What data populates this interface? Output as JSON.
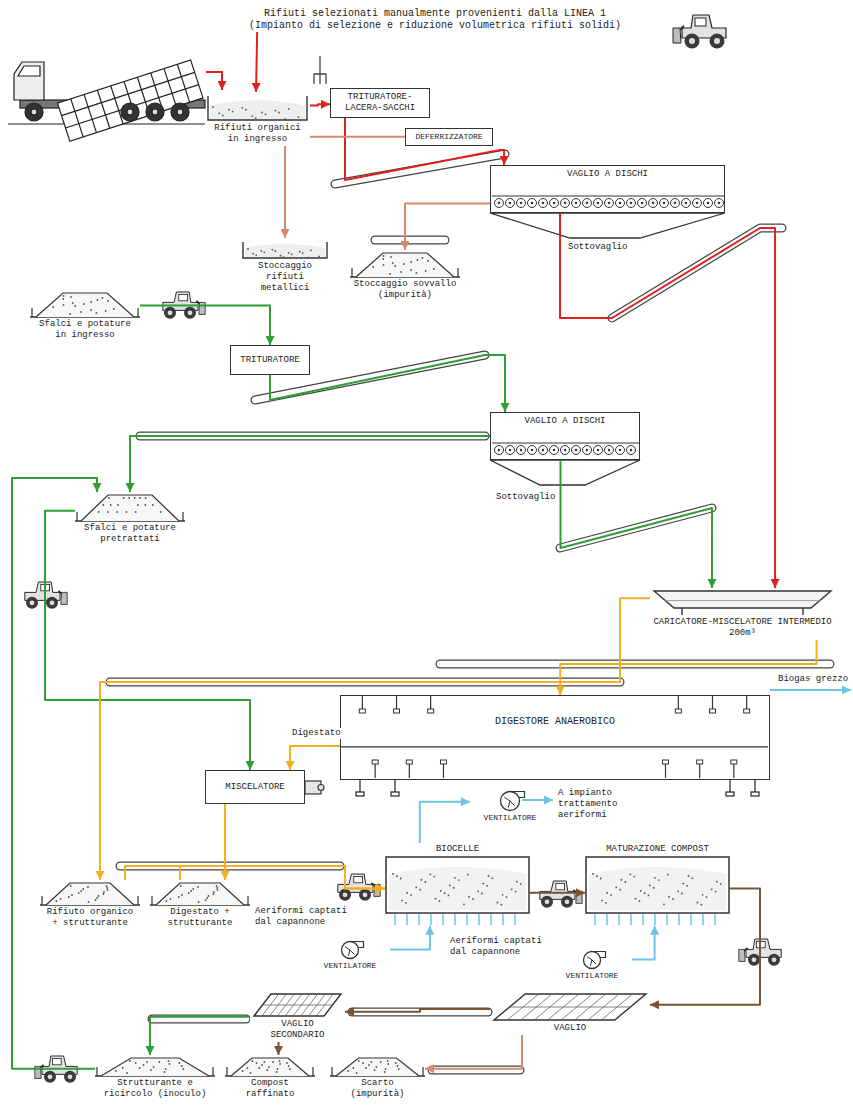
{
  "diagram": {
    "nodes": [
      {
        "text": [
          "Rifiuti selezionati manualmente provenienti dalla LINEA 1 (Impianto di selezione e riduzione volumetrica rifiuti solidi)"
        ]
      },
      {
        "text": [
          "Rifiuti organici in ingresso"
        ]
      },
      {
        "text": [
          "TRITURATORE- LACERA-SACCHI"
        ]
      },
      {
        "text": [
          "DEFERRIZZATORE"
        ]
      },
      {
        "text": [
          "VAGLIO A DISCHI"
        ]
      },
      {
        "text": [
          "Stoccaggio rifiuti metallici"
        ]
      },
      {
        "text": [
          "Stoccaggio sovvallo (impurità)"
        ]
      },
      {
        "text": [
          "Sfalci e potature in ingresso"
        ]
      },
      {
        "text": [
          "TRITURATORE"
        ]
      },
      {
        "text": [
          "VAGLIO A DISCHI"
        ]
      },
      {
        "text": [
          "Sfalci e potature pretrattati"
        ]
      },
      {
        "text": [
          "CARICATORE-MISCELATORE INTERMEDIO 200m³"
        ]
      },
      {
        "text": [
          "DIGESTORE ANAEROBICO"
        ]
      },
      {
        "text": [
          "MISCELATORE"
        ]
      },
      {
        "text": [
          "VENTILATORE"
        ]
      },
      {
        "text": [
          "BIOCELLE"
        ]
      },
      {
        "text": [
          "MATURAZIONE COMPOST"
        ]
      },
      {
        "text": [
          "Rifiuto organico + strutturante"
        ]
      },
      {
        "text": [
          "Digestato + strutturante"
        ]
      },
      {
        "text": [
          "VENTILATORE"
        ]
      },
      {
        "text": [
          "VENTILATORE"
        ]
      },
      {
        "text": [
          "VAGLIO SECONDARIO"
        ]
      },
      {
        "text": [
          "VAGLIO"
        ]
      },
      {
        "text": [
          "Strutturante e ricircolo (inoculo)"
        ]
      },
      {
        "text": [
          "Compost raffinato"
        ]
      },
      {
        "text": [
          "Scarto (impurità)"
        ]
      }
    ],
    "edges": [
      {
        "from": 0,
        "to": 1,
        "arrow": "to"
      },
      {
        "from": 1,
        "to": 2,
        "arrow": "to"
      },
      {
        "from": 2,
        "to": 4,
        "arrow": "to"
      },
      {
        "from": 3,
        "to": 5,
        "arrow": "to"
      },
      {
        "from": 4,
        "to": 6,
        "arrow": "to"
      },
      {
        "from": 4,
        "to": 11,
        "label": "Sottovaglio",
        "arrow": "to"
      },
      {
        "from": 7,
        "to": 8,
        "arrow": "to"
      },
      {
        "from": 8,
        "to": 9,
        "arrow": "to"
      },
      {
        "from": 9,
        "to": 11,
        "label": "Sottovaglio",
        "arrow": "to"
      },
      {
        "from": 9,
        "to": 10,
        "arrow": "to"
      },
      {
        "from": 10,
        "to": 13,
        "arrow": "to"
      },
      {
        "from": 11,
        "to": 12,
        "arrow": "to"
      },
      {
        "from": 12,
        "to": 13,
        "label": "Digestato",
        "arrow": "to"
      },
      {
        "from": 11,
        "to": 17,
        "arrow": "to"
      },
      {
        "from": 13,
        "to": 18,
        "arrow": "to"
      },
      {
        "from": 17,
        "to": 15,
        "arrow": "to"
      },
      {
        "from": 18,
        "to": 15,
        "arrow": "to"
      },
      {
        "from": 15,
        "to": 16,
        "arrow": "to"
      },
      {
        "from": 16,
        "to": 22,
        "arrow": "to"
      },
      {
        "from": 22,
        "to": 21,
        "arrow": "to"
      },
      {
        "from": 22,
        "to": 25,
        "arrow": "to"
      },
      {
        "from": 21,
        "to": 23,
        "arrow": "to"
      },
      {
        "from": 21,
        "to": 24,
        "arrow": "to"
      },
      {
        "from": 23,
        "to": 10,
        "arrow": "to"
      },
      {
        "from": 19,
        "to": 15,
        "arrow": "to"
      },
      {
        "from": 15,
        "to": 14,
        "arrow": "to"
      },
      {
        "from": 20,
        "to": 16,
        "arrow": "to"
      }
    ],
    "labels": [
      "Biogas grezzo",
      "A impianto trattamento aeriformi",
      "Aeriformi captati dal capannone",
      "Aeriformi captati dal capannone"
    ]
  }
}
